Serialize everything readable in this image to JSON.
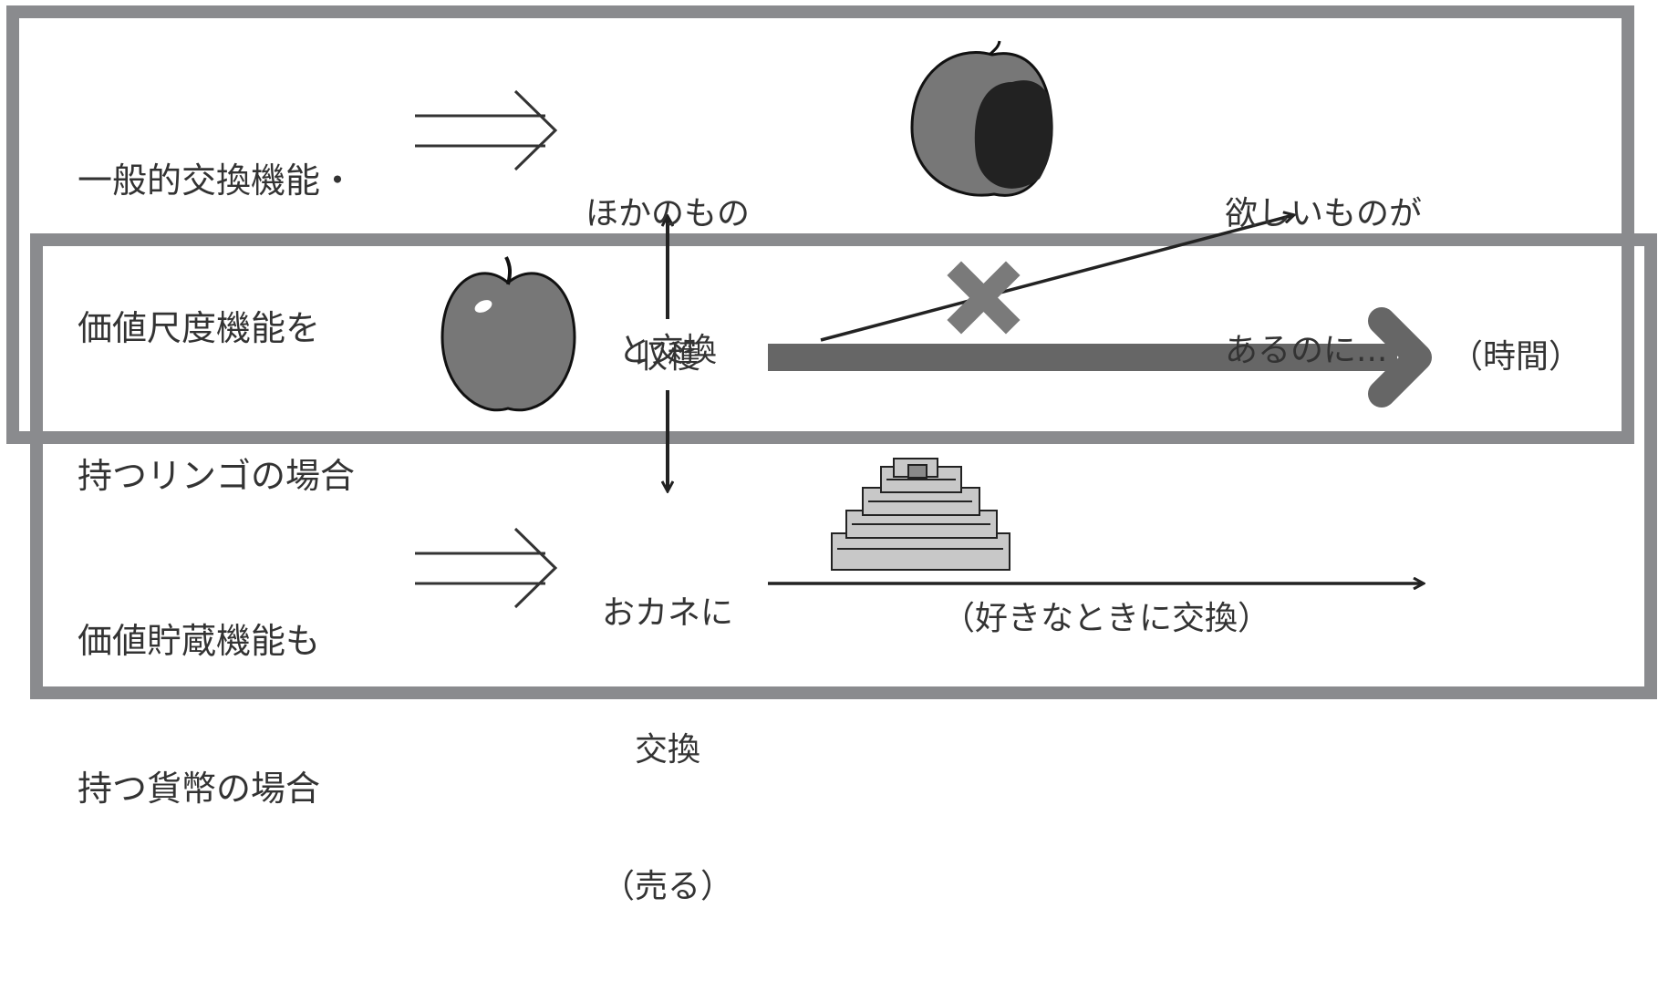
{
  "colors": {
    "frame": "#8a8b8e",
    "timeline": "#666666",
    "cross": "#7a7a7a",
    "text": "#333333",
    "arrow": "#222222"
  },
  "top_box": {
    "label_lines": [
      "一般的交換機能・",
      "価値尺度機能を",
      "持つリンゴの場合"
    ],
    "exchange_lines": [
      "ほかのもの",
      "と交換"
    ],
    "want_lines": [
      "欲しいものが",
      "あるのに..."
    ],
    "icon": "rotten-apple-icon"
  },
  "middle_band": {
    "harvest": "収穫",
    "time": "（時間）",
    "icon": "apple-icon"
  },
  "bottom_box": {
    "label_lines": [
      "価値貯蔵機能も",
      "持つ貨幣の場合"
    ],
    "exchange_lines": [
      "おカネに",
      "交換",
      "（売る）"
    ],
    "anytime": "（好きなときに交換）",
    "icon": "money-stack-icon"
  }
}
